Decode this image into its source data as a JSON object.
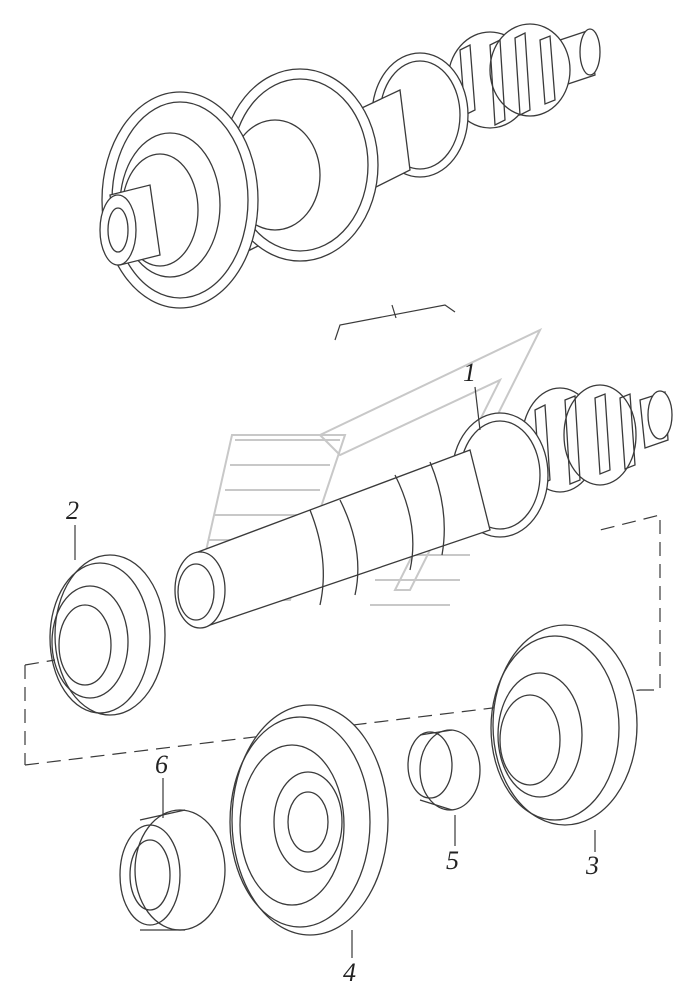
{
  "callouts": {
    "c1": "1",
    "c2": "2",
    "c3": "3",
    "c4": "4",
    "c5": "5",
    "c6": "6"
  },
  "colors": {
    "ink": "#3a3a3a",
    "watermark": "#c8c8c8",
    "paper": "#ffffff"
  },
  "icons": {
    "watermark": "logo-watermark"
  }
}
